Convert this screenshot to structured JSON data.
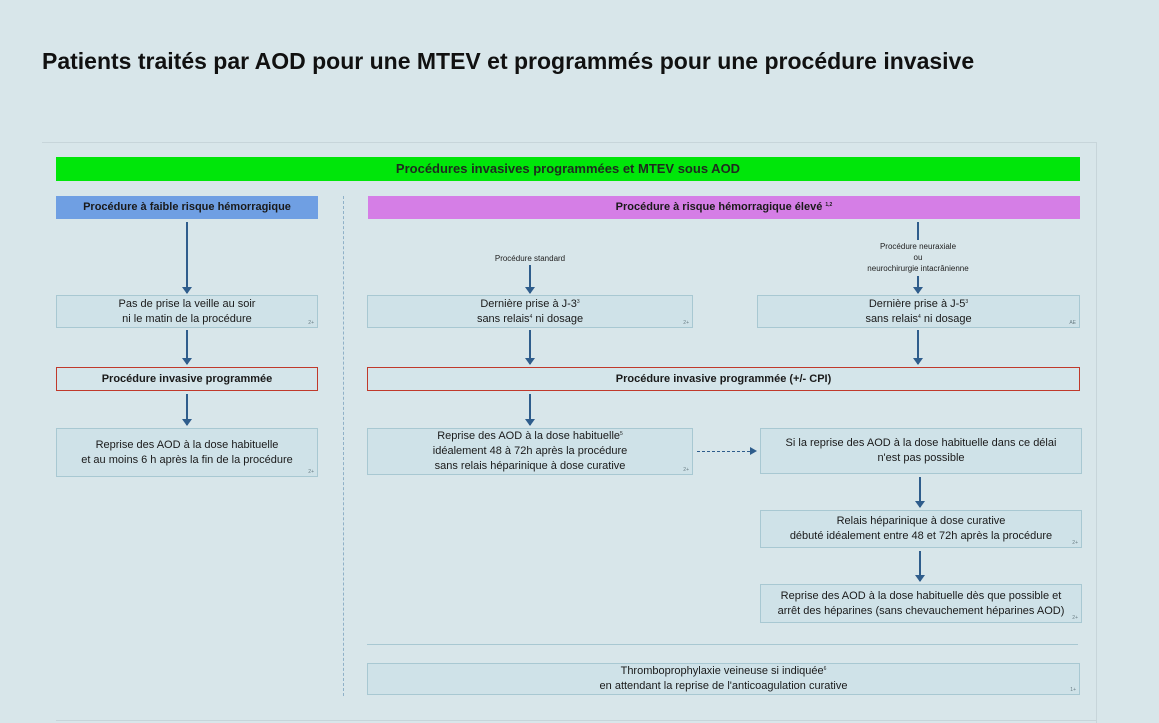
{
  "title": "Patients traités par AOD pour une MTEV et programmés pour une procédure invasive",
  "header": "Procédures invasives programmées et MTEV sous AOD",
  "low_risk": {
    "header": "Procédure à faible risque hémorragique",
    "step1": {
      "line1": "Pas de prise la veille au soir",
      "line2": "ni le matin de la procédure",
      "ref": "2+"
    },
    "procedure": "Procédure invasive programmée",
    "resume": {
      "line1": "Reprise des AOD à la dose habituelle",
      "line2": "et au moins 6 h après la fin de la procédure",
      "ref": "2+"
    }
  },
  "high_risk": {
    "header": "Procédure à risque hémorragique élevé",
    "header_sup": "1,2",
    "standard": {
      "label": "Procédure standard",
      "step": {
        "line1": "Dernière prise à J-3",
        "sup1": "3",
        "line2a": "sans relais",
        "sup2": "4",
        "line2b": " ni dosage",
        "ref": "2+"
      }
    },
    "neuro": {
      "label_line1": "Procédure neuraxiale",
      "label_line2": "ou",
      "label_line3": "neurochirurgie intacrânienne",
      "step": {
        "line1": "Dernière prise à J-5",
        "sup1": "3",
        "line2a": "sans relais",
        "sup2": "4",
        "line2b": " ni dosage",
        "ref": "AE"
      }
    },
    "procedure": "Procédure invasive programmée (+/- CPI)",
    "resume": {
      "line1": "Reprise des AOD à la dose habituelle",
      "sup1": "5",
      "line2": "idéalement 48 à 72h après la procédure",
      "line3": "sans relais héparinique à dose curative",
      "ref": "2+"
    },
    "if_not_possible": {
      "line1": "Si la reprise des AOD à la dose habituelle dans ce délai",
      "line2": "n'est pas possible"
    },
    "heparin_relay": {
      "line1": "Relais héparinique à dose curative",
      "line2": "débuté idéalement entre 48 et 72h après la procédure",
      "ref": "2+"
    },
    "resume_asap": {
      "line1": "Reprise des AOD à la dose habituelle dès que possible et",
      "line2": "arrêt des héparines (sans chevauchement héparines AOD)",
      "ref": "2+"
    },
    "thrombo": {
      "line1": "Thromboprophylaxie veineuse si indiquée",
      "sup1": "6",
      "line2": "en attendant la reprise de l'anticoagulation curative",
      "ref": "1+"
    }
  }
}
